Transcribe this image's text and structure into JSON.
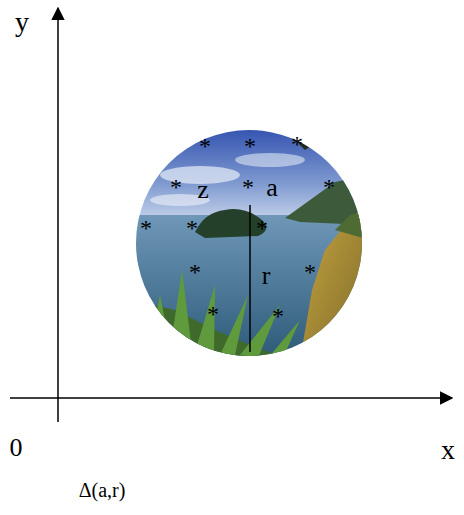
{
  "diagram": {
    "caption": "Δ(a,r)",
    "nodes": [
      {
        "text": [
          "*",
          "*",
          "*",
          "*",
          "z",
          "*",
          "a",
          "*",
          "*",
          "*",
          "*",
          "*",
          "r",
          "*",
          "*",
          "*"
        ]
      }
    ],
    "labels": [
      "y",
      "0",
      "x"
    ]
  }
}
